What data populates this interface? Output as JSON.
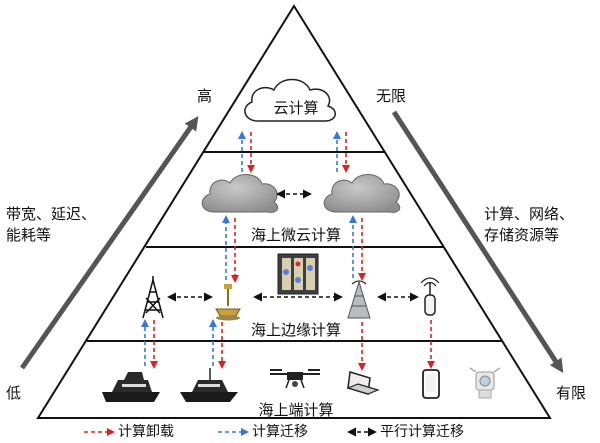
{
  "labels": {
    "cloud": "云计算",
    "micro_cloud": "海上微云计算",
    "edge": "海上边缘计算",
    "terminal": "海上端计算",
    "high": "高",
    "low": "低",
    "unlimited": "无限",
    "limited": "有限",
    "left_metric_line1": "带宽、延迟、",
    "left_metric_line2": "能耗等",
    "right_metric_line1": "计算、网络、",
    "right_metric_line2": "存储资源等"
  },
  "legend": [
    {
      "label": "计算卸载",
      "color": "#e02020"
    },
    {
      "label": "计算迁移",
      "color": "#3a78d8"
    },
    {
      "label": "平行计算迁移",
      "color": "#111111"
    }
  ]
}
